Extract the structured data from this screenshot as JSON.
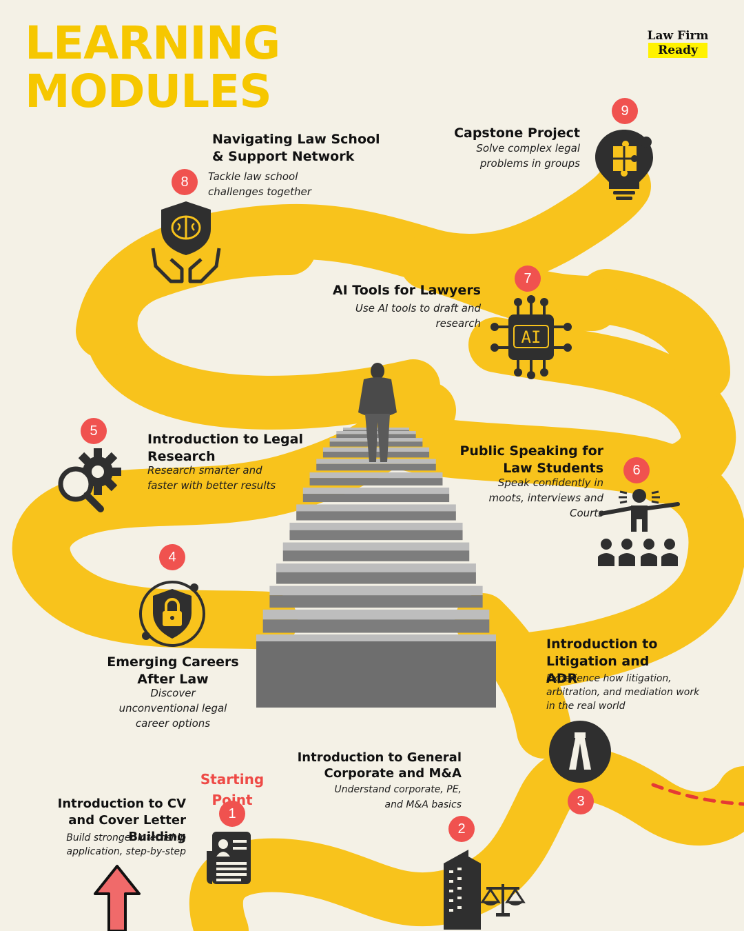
{
  "title": {
    "line1": "LEARNING",
    "line2": "MODULES"
  },
  "brand": {
    "line1": "Law Firm",
    "line2": "Ready"
  },
  "colors": {
    "road": "#f8c31c",
    "title": "#f6c700",
    "badge": "#f0524f",
    "icon": "#2f2f2f",
    "background": "#f4f1e6"
  },
  "start_label": "Starting Point",
  "modules": [
    {
      "num": "1",
      "title": "Introduction to CV and Cover Letter Building",
      "desc": "Build stronger internship application, step-by-step",
      "icon": "resume-icon"
    },
    {
      "num": "2",
      "title": "Introduction to General Corporate and M&A",
      "desc": "Understand corporate, PE, and M&A basics",
      "icon": "building-scales-icon"
    },
    {
      "num": "3",
      "title": "Introduction to Litigation and ADR",
      "desc": "Experience how litigation, arbitration, and mediation work in the real world",
      "icon": "lawyer-band-icon"
    },
    {
      "num": "4",
      "title": "Emerging Careers After Law",
      "desc": "Discover unconventional legal career options",
      "icon": "shield-lock-icon"
    },
    {
      "num": "5",
      "title": "Introduction to Legal Research",
      "desc": "Research smarter and faster with better results",
      "icon": "search-gear-icon"
    },
    {
      "num": "6",
      "title": "Public Speaking for Law Students",
      "desc": "Speak confidently in moots, interviews and Courts",
      "icon": "audience-speaker-icon"
    },
    {
      "num": "7",
      "title": "AI Tools for Lawyers",
      "desc": "Use AI tools to draft and research",
      "icon": "ai-chip-icon"
    },
    {
      "num": "8",
      "title": "Navigating Law School & Support Network",
      "desc": "Tackle law school challenges together",
      "icon": "brain-hands-icon"
    },
    {
      "num": "9",
      "title": "Capstone Project",
      "desc": "Solve complex legal problems in groups",
      "icon": "lightbulb-puzzle-icon"
    }
  ],
  "ai_chip_text": "AI"
}
